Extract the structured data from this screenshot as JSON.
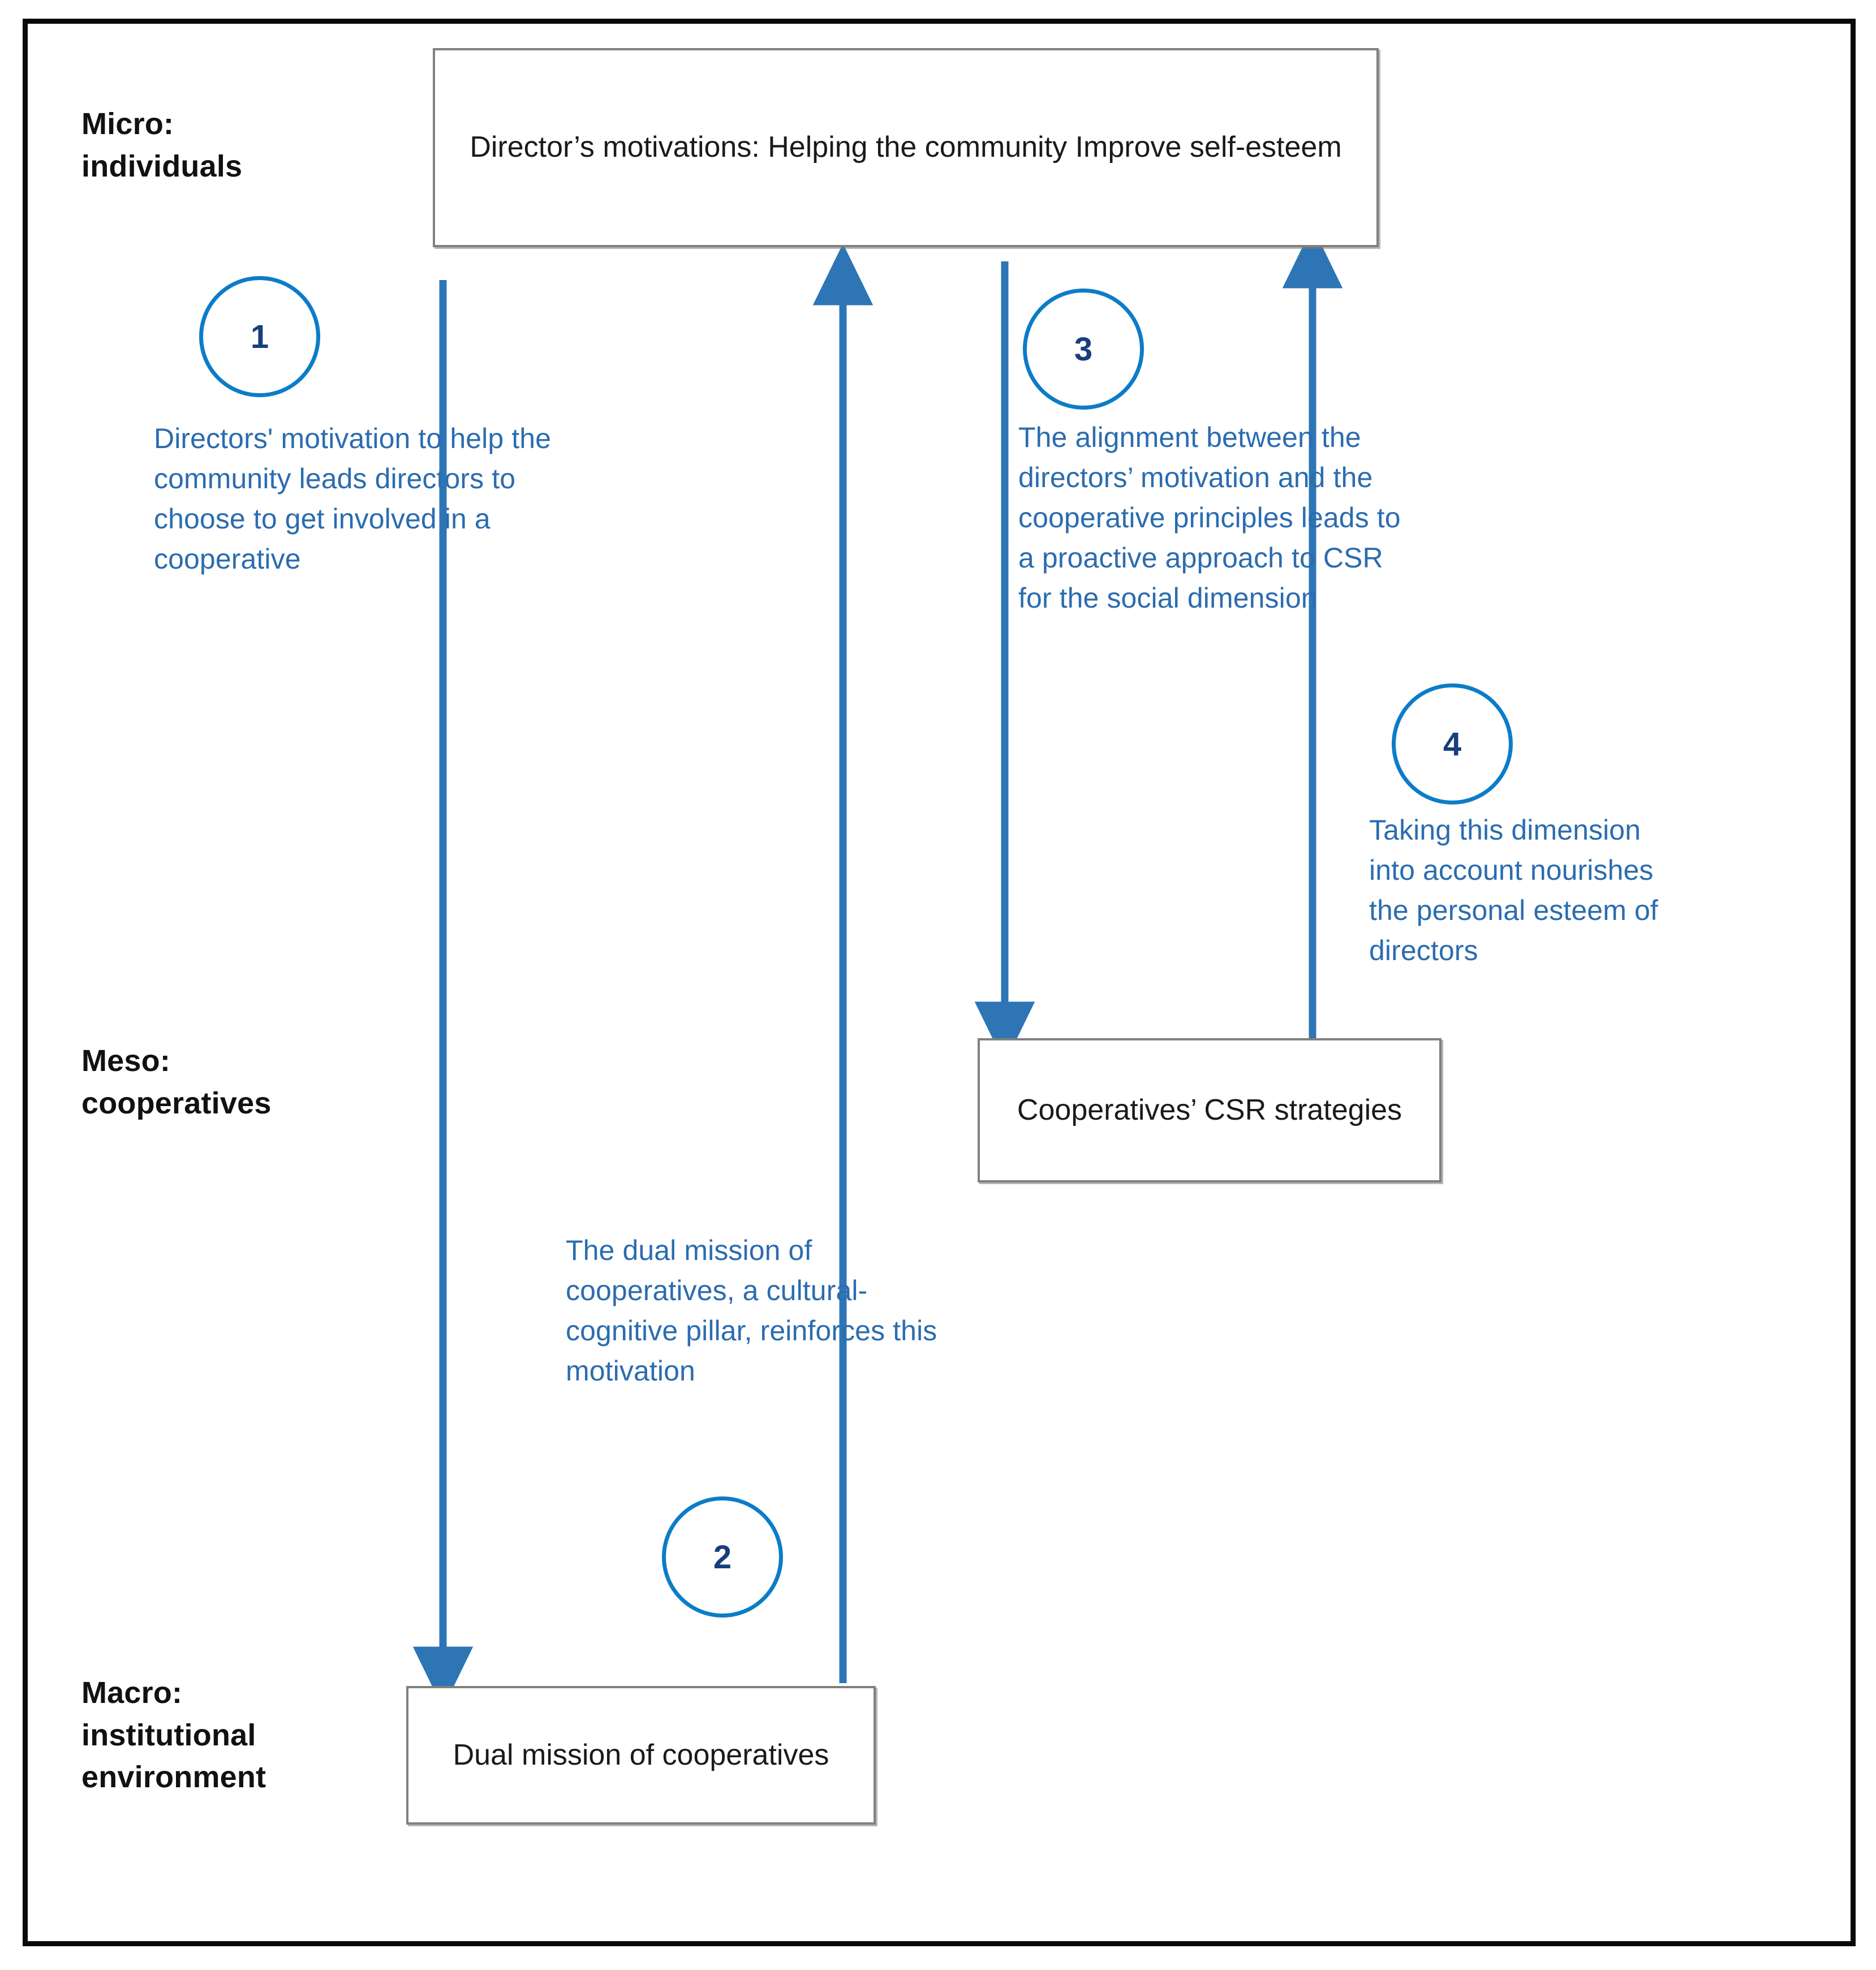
{
  "diagram": {
    "accent_blue": "#2E75B6",
    "circle_blue": "#0C7CC8",
    "note_text_blue": "#2b6cb0",
    "box_border": "#808080",
    "frame_border": "#0a0a0a"
  },
  "levels": [
    {
      "id": "micro",
      "label": "Micro:\nindividuals"
    },
    {
      "id": "meso",
      "label": "Meso:\ncooperatives"
    },
    {
      "id": "macro",
      "label": "Macro:\ninstitutional\nenvironment"
    }
  ],
  "boxes": [
    {
      "id": "directors-motivations",
      "text": "Director’s motivations:\nHelping the community\nImprove self-esteem"
    },
    {
      "id": "csr-strategies",
      "text": "Cooperatives’ CSR\nstrategies"
    },
    {
      "id": "dual-mission",
      "text": "Dual mission of\ncooperatives"
    }
  ],
  "badges": [
    {
      "id": "badge-1",
      "number": "1"
    },
    {
      "id": "badge-2",
      "number": "2"
    },
    {
      "id": "badge-3",
      "number": "3"
    },
    {
      "id": "badge-4",
      "number": "4"
    }
  ],
  "notes": [
    {
      "id": "note-1",
      "text": "Directors' motivation to help the\ncommunity leads directors to\nchoose to get involved in a\ncooperative"
    },
    {
      "id": "note-3",
      "text": "The alignment between the\ndirectors’ motivation and the\ncooperative principles leads to\na proactive approach to CSR\nfor the social dimension"
    },
    {
      "id": "note-4",
      "text": "Taking this dimension\ninto account nourishes\nthe personal esteem of\ndirectors"
    },
    {
      "id": "note-2",
      "text": "The dual mission of\ncooperatives, a cultural-\ncognitive pillar, reinforces this\nmotivation"
    }
  ]
}
